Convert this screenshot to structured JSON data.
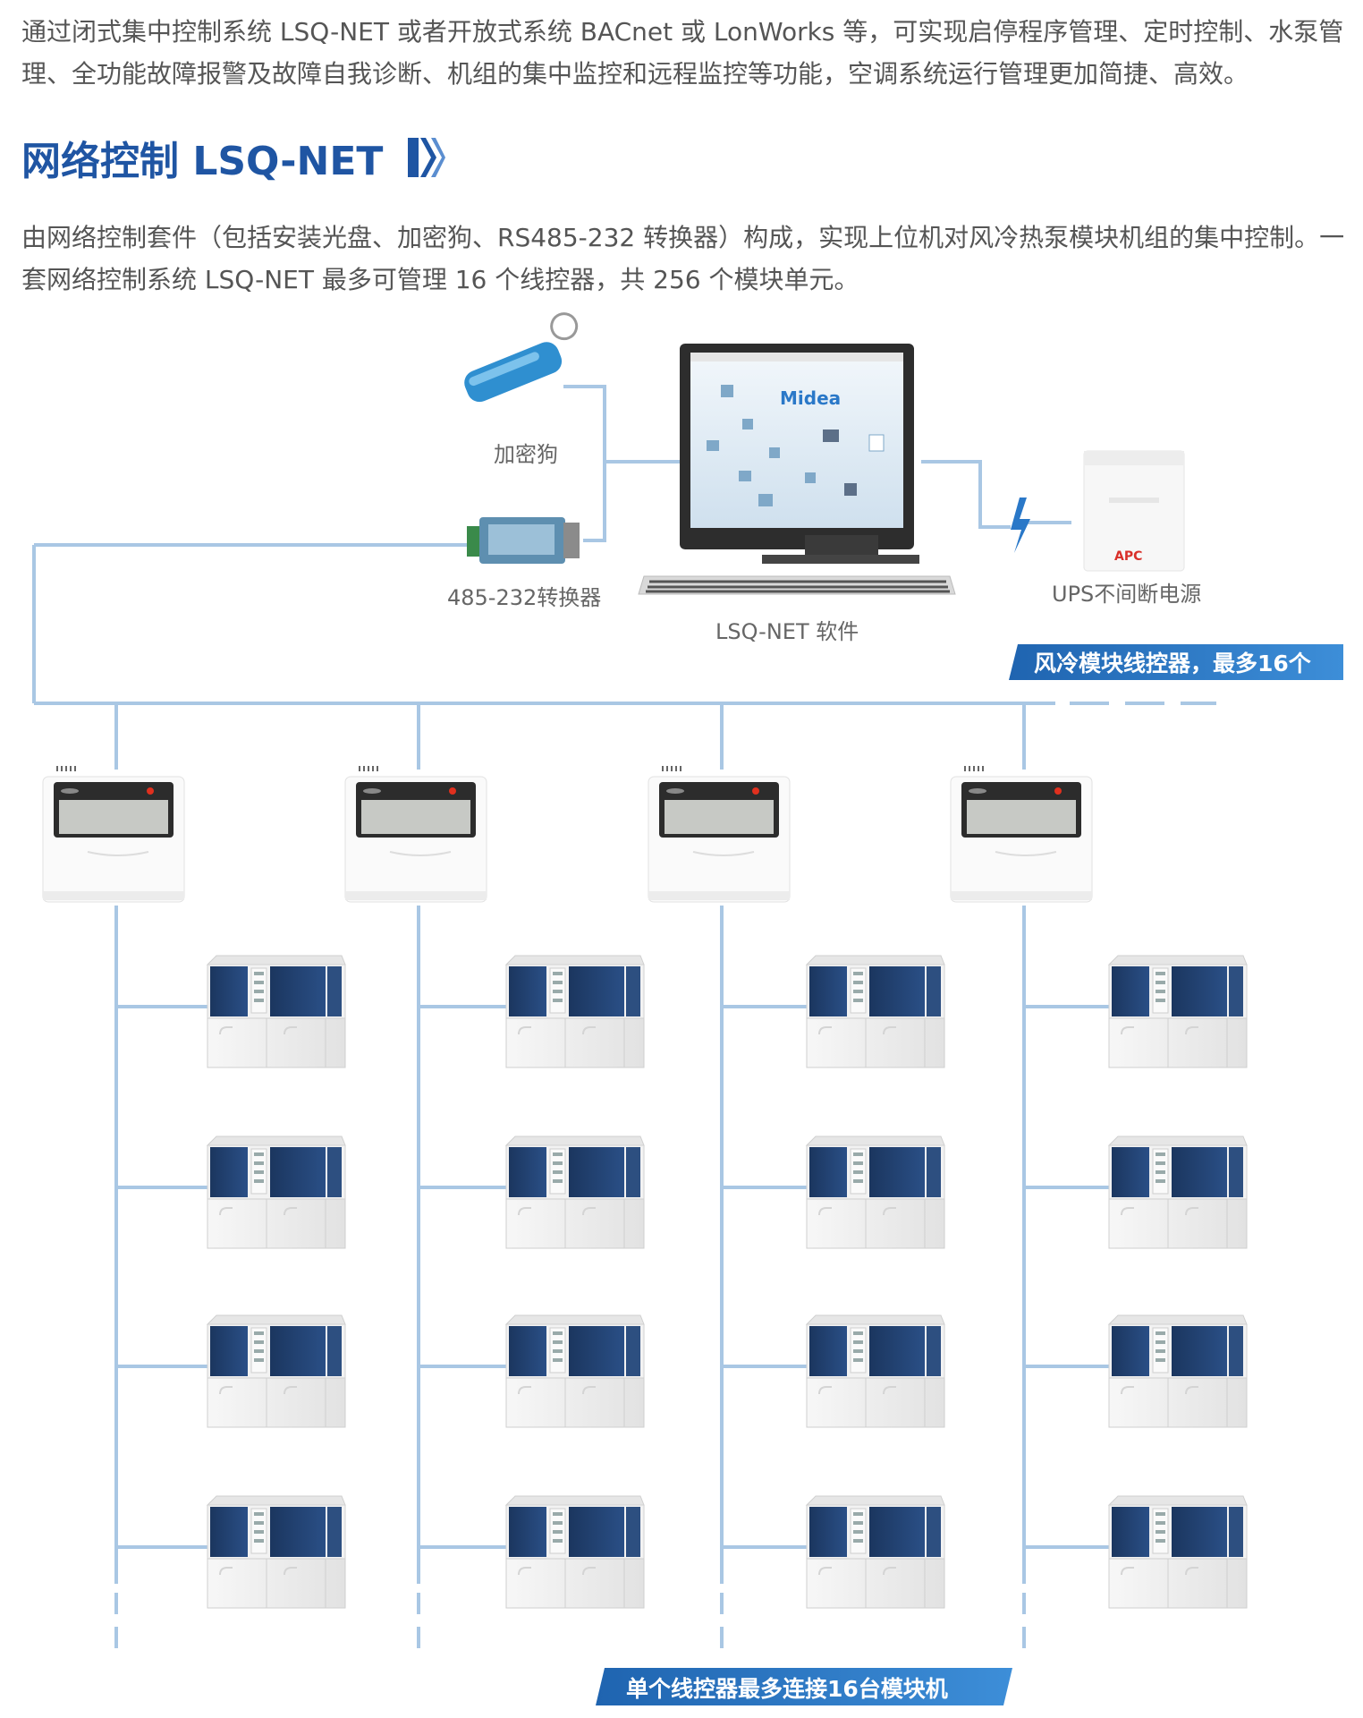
{
  "intro_text": "通过闭式集中控制系统 LSQ-NET 或者开放式系统 BACnet 或 LonWorks 等，可实现启停程序管理、定时控制、水泵管理、全功能故障报警及故障自我诊断、机组的集中监控和远程监控等功能，空调系统运行管理更加简捷、高效。",
  "heading": "网络控制 LSQ-NET",
  "description": "由网络控制套件（包括安装光盘、加密狗、RS485-232 转换器）构成，实现上位机对风冷热泵模块机组的集中控制。一套网络控制系统 LSQ-NET 最多可管理 16 个线控器，共 256 个模块单元。",
  "labels": {
    "dongle": "加密狗",
    "converter": "485-232转换器",
    "software": "LSQ-NET 软件",
    "ups": "UPS不间断电源",
    "ups_brand": "APC",
    "monitor_logo": "Midea"
  },
  "banners": {
    "controllers": "风冷模块线控器，最多16个",
    "modules": "单个线控器最多连接16台模块机"
  },
  "colors": {
    "line": "#a9c7e4",
    "heading": "#1f55a3",
    "banner": "#2a78c8",
    "panel": "#1e3f70"
  }
}
